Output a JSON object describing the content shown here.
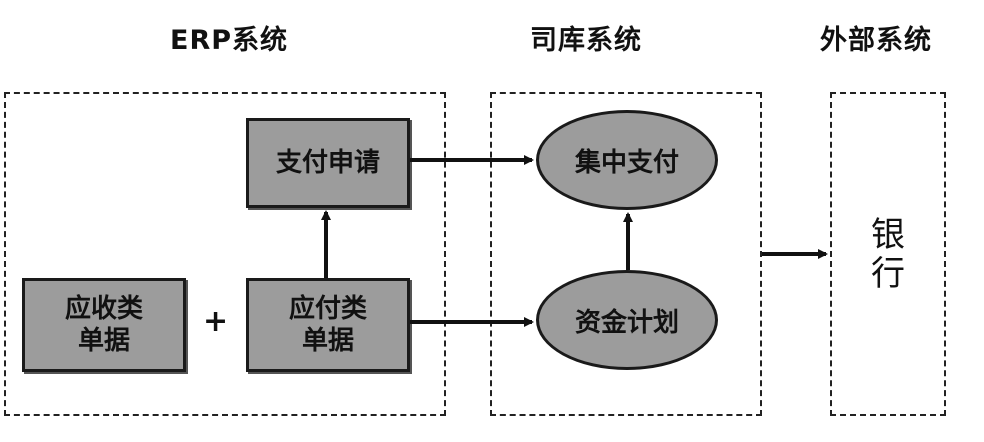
{
  "sections": {
    "erp_title": "ERP系统",
    "treasury_title": "司库系统",
    "external_title": "外部系统"
  },
  "nodes": {
    "payment_request": "支付申请",
    "receivable_line1": "应收类",
    "receivable_line2": "单据",
    "payable_line1": "应付类",
    "payable_line2": "单据",
    "centralized_payment": "集中支付",
    "fund_plan": "资金计划",
    "bank_line1": "银",
    "bank_line2": "行"
  },
  "operators": {
    "plus": "+"
  }
}
